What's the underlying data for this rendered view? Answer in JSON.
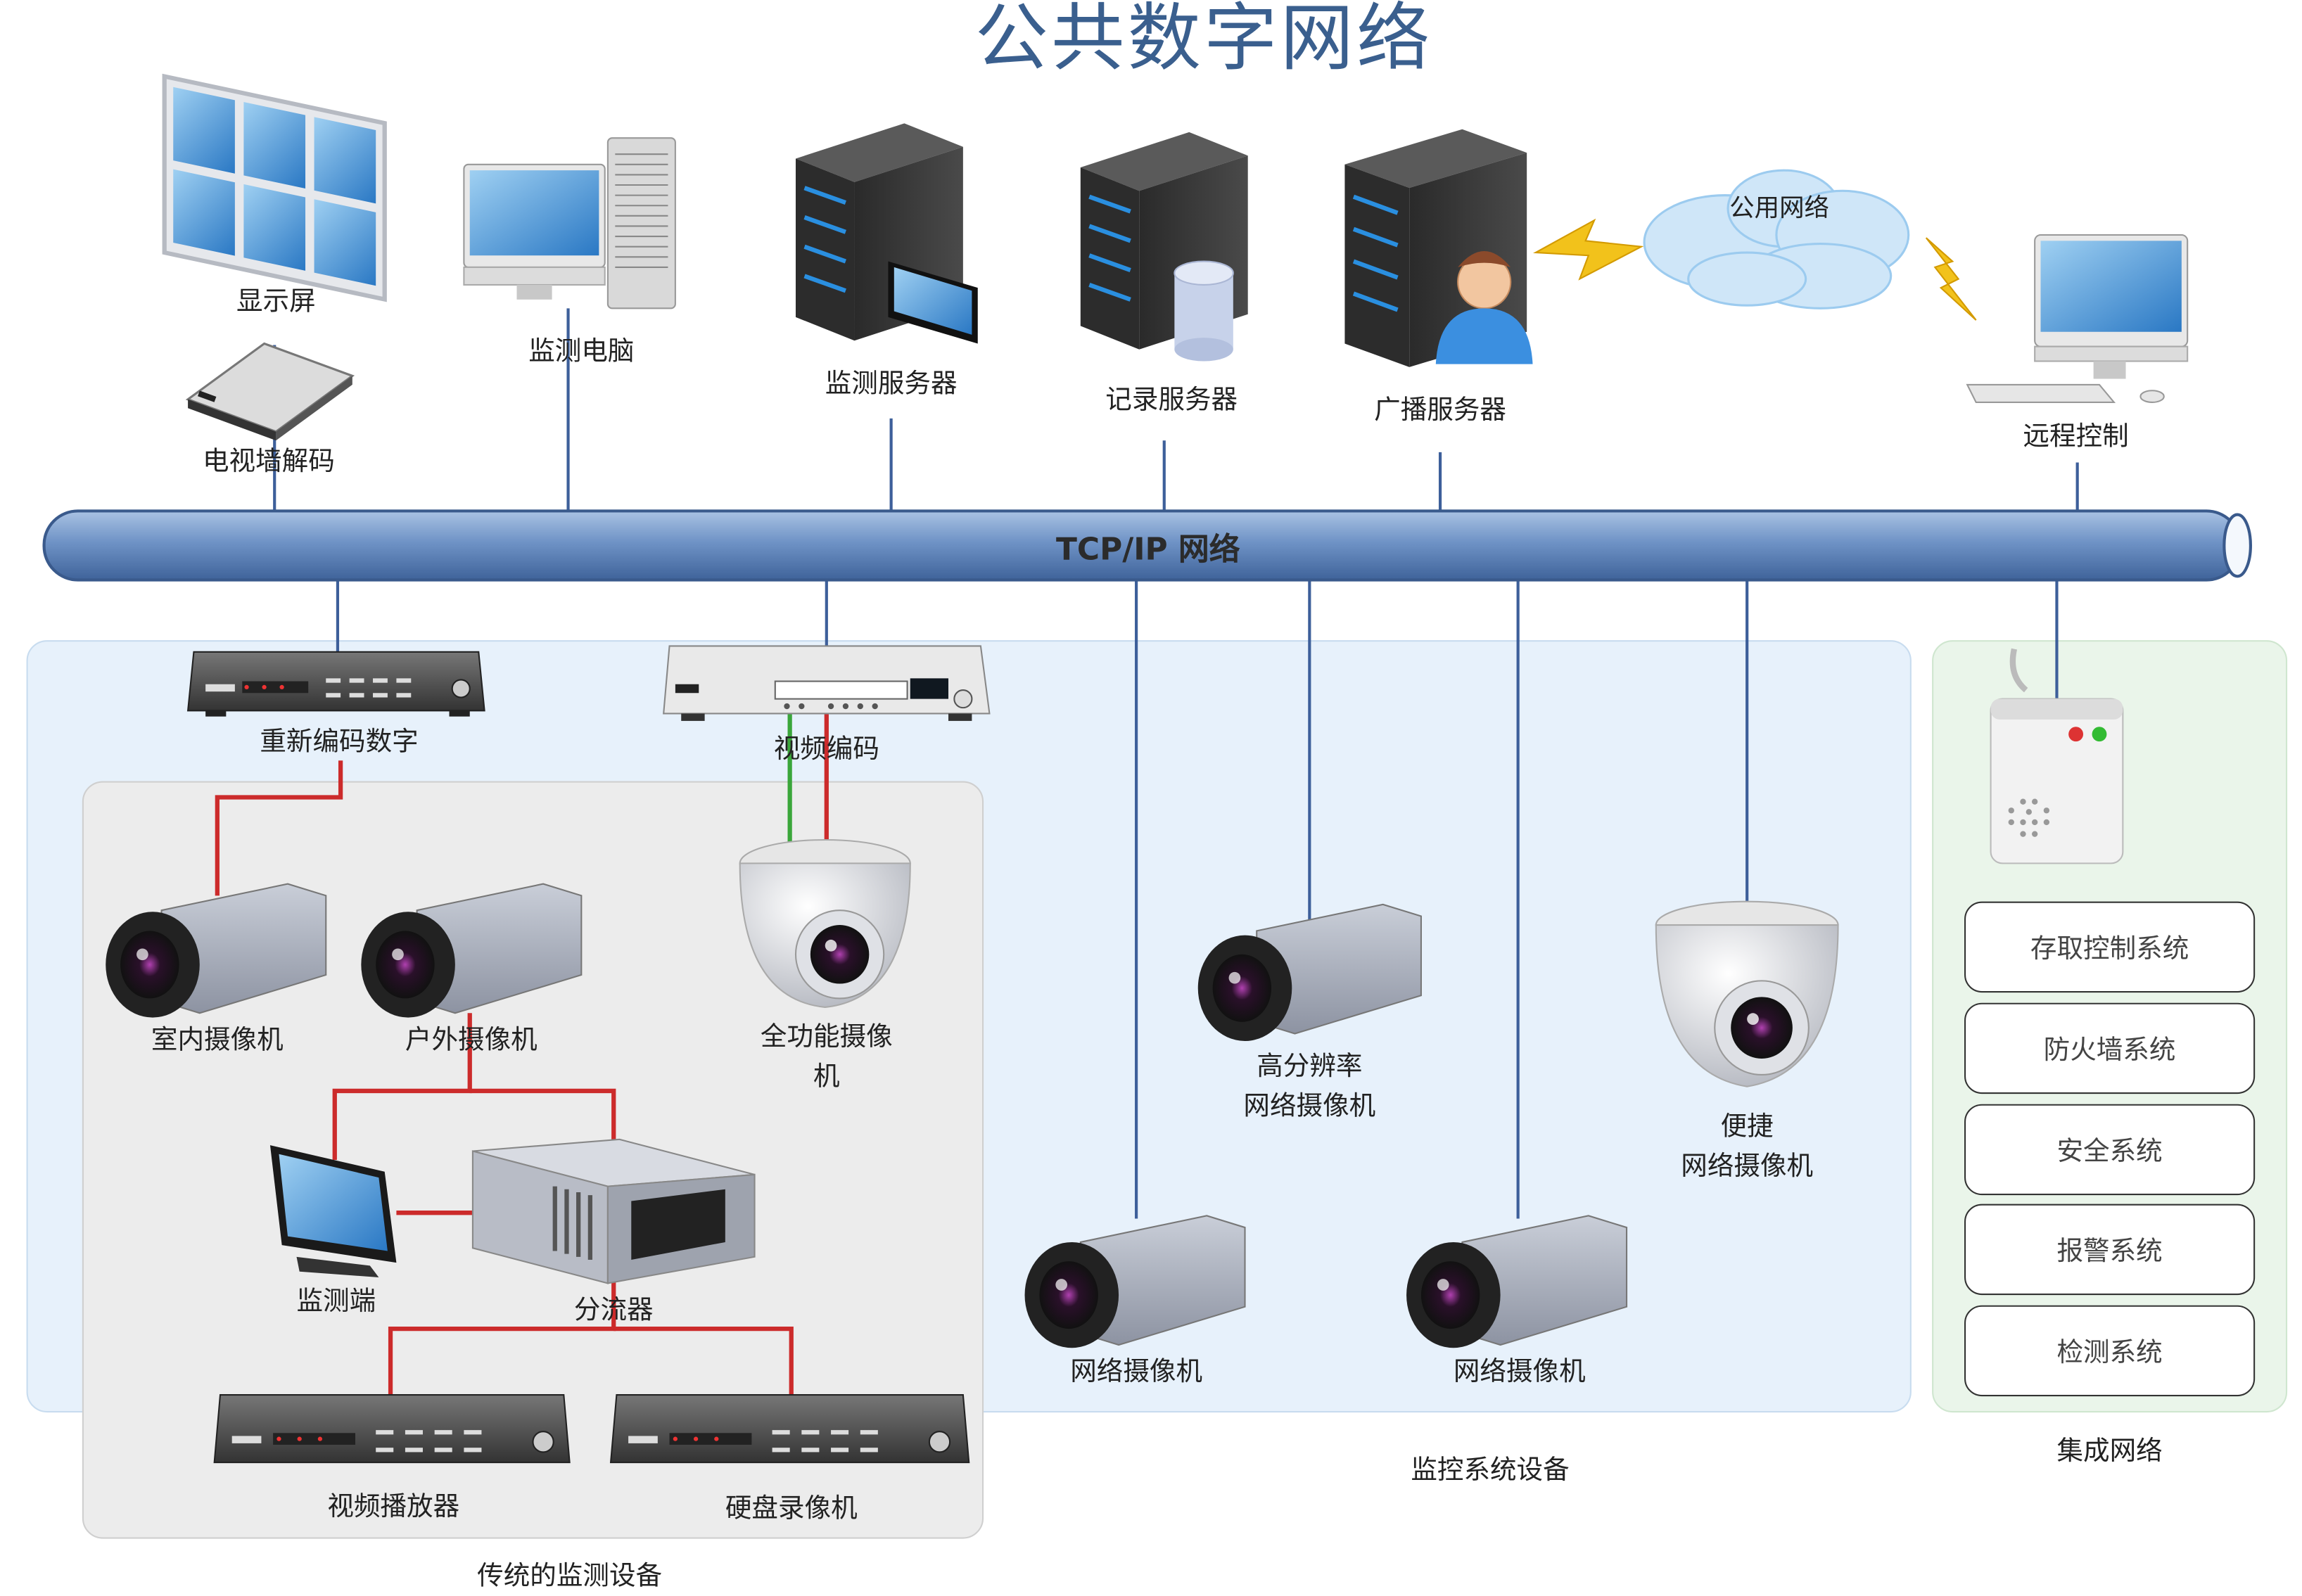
{
  "title": "公共数字网络",
  "bus_label": "TCP/IP 网络",
  "cloud_label": "公用网络",
  "top_devices": {
    "display": "显示屏",
    "tv_decoder": "电视墙解码",
    "monitor_pc": "监测电脑",
    "monitor_server": "监测服务器",
    "record_server": "记录服务器",
    "broadcast_server": "广播服务器",
    "remote_control": "远程控制"
  },
  "monitoring_zone": {
    "label": "监控系统设备",
    "reencode": "重新编码数字",
    "video_encoder": "视频编码",
    "hd_camera_line1": "高分辨率",
    "hd_camera_line2": "网络摄像机",
    "portable_line1": "便捷",
    "portable_line2": "网络摄像机",
    "net_camera_1": "网络摄像机",
    "net_camera_2": "网络摄像机"
  },
  "legacy_zone": {
    "label": "传统的监测设备",
    "indoor_camera": "室内摄像机",
    "outdoor_camera": "户外摄像机",
    "ptz_camera_line1": "全功能摄像",
    "ptz_camera_line2": "机",
    "monitor_terminal": "监测端",
    "splitter": "分流器",
    "video_player": "视频播放器",
    "dvr": "硬盘录像机"
  },
  "integration_zone": {
    "label": "集成网络",
    "systems": [
      "存取控制系统",
      "防火墙系统",
      "安全系统",
      "报警系统",
      "检测系统"
    ]
  },
  "colors": {
    "title": "#3a5f8e",
    "bus": "#5b7fb4",
    "monitoring_zone_fill": "#e7f1fb",
    "legacy_zone_fill": "#ececec",
    "integration_zone_fill": "#eaf5ea",
    "red_link": "#cc2b2b",
    "green_link": "#3aa63a",
    "blue_link": "#3d5f9a"
  }
}
